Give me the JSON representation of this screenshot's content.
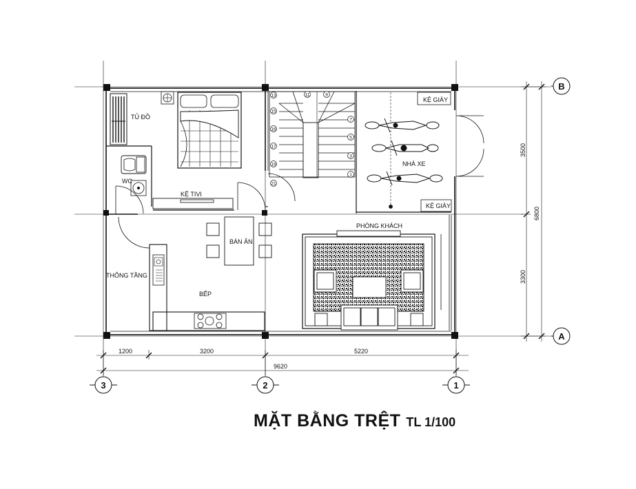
{
  "drawing": {
    "title": "MẶT BẰNG TRỆT",
    "scale": "TL 1/100"
  },
  "rooms": {
    "wardrobe": "TỦ ĐỒ",
    "wc": "WC",
    "tv_shelf": "KỆ TIVI",
    "dining": "BÀN ĂN",
    "light_well": "THÔNG TẦNG",
    "kitchen": "BẾP",
    "living": "PHÒNG KHÁCH",
    "garage": "NHÀ XE",
    "shoe_shelf_top": "KỆ GIÀY",
    "shoe_shelf_bottom": "KỆ GIÀY"
  },
  "axes": {
    "b": "B",
    "a": "A",
    "n3": "3",
    "n2": "2",
    "n1": "1"
  },
  "dimensions": {
    "bottom_1": "1200",
    "bottom_2": "3200",
    "bottom_3": "5220",
    "bottom_total": "9620",
    "right_1": "3500",
    "right_2": "3300",
    "right_total": "6800"
  },
  "stair_steps": [
    "13",
    "11",
    "9",
    "15",
    "7",
    "16",
    "5",
    "17",
    "3",
    "19",
    "1",
    "21"
  ]
}
